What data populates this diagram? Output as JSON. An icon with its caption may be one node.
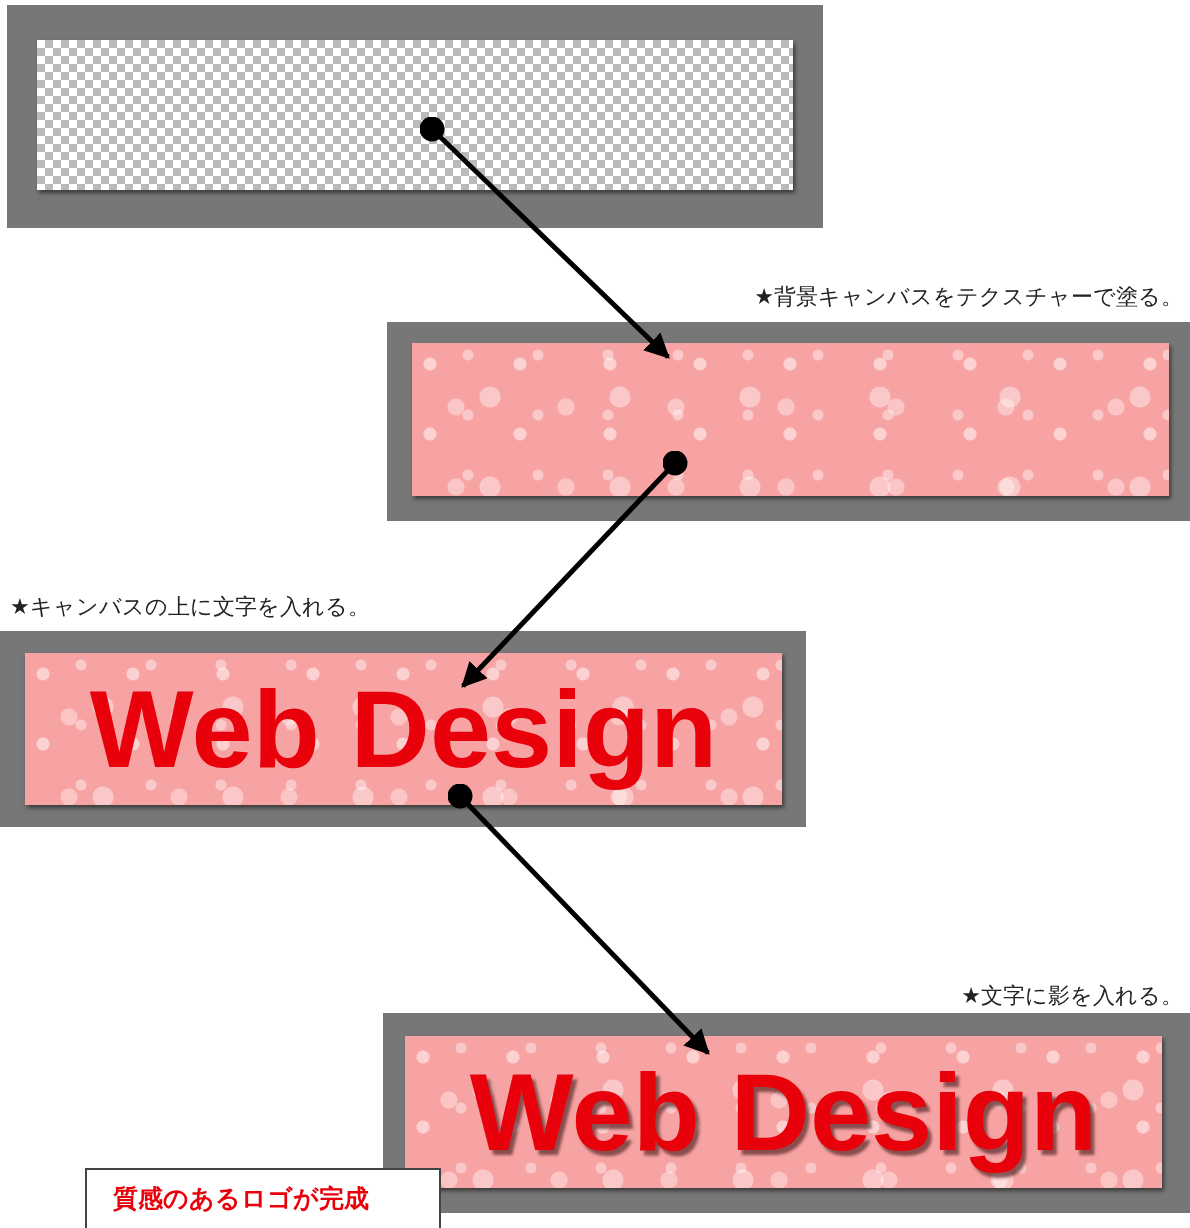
{
  "diagram": {
    "nodes": [
      {
        "text": [],
        "shape": "box"
      },
      {
        "text": [],
        "shape": "box",
        "beside": [
          "★背景キャンバスをテクスチャーで塗る。"
        ]
      },
      {
        "text": [
          "Web Design"
        ],
        "beside": [
          "★キャンバスの上に文字を入れる。"
        ]
      },
      {
        "text": [
          "Web Design"
        ],
        "beside": [
          "★文字に影を入れる。"
        ]
      },
      {
        "text": [
          "質感のあるロゴが完成"
        ]
      }
    ],
    "edges": [
      {
        "from": 0,
        "to": 1,
        "arrow": "to"
      },
      {
        "from": 1,
        "to": 2,
        "arrow": "to"
      },
      {
        "from": 2,
        "to": 3,
        "arrow": "to"
      }
    ]
  }
}
